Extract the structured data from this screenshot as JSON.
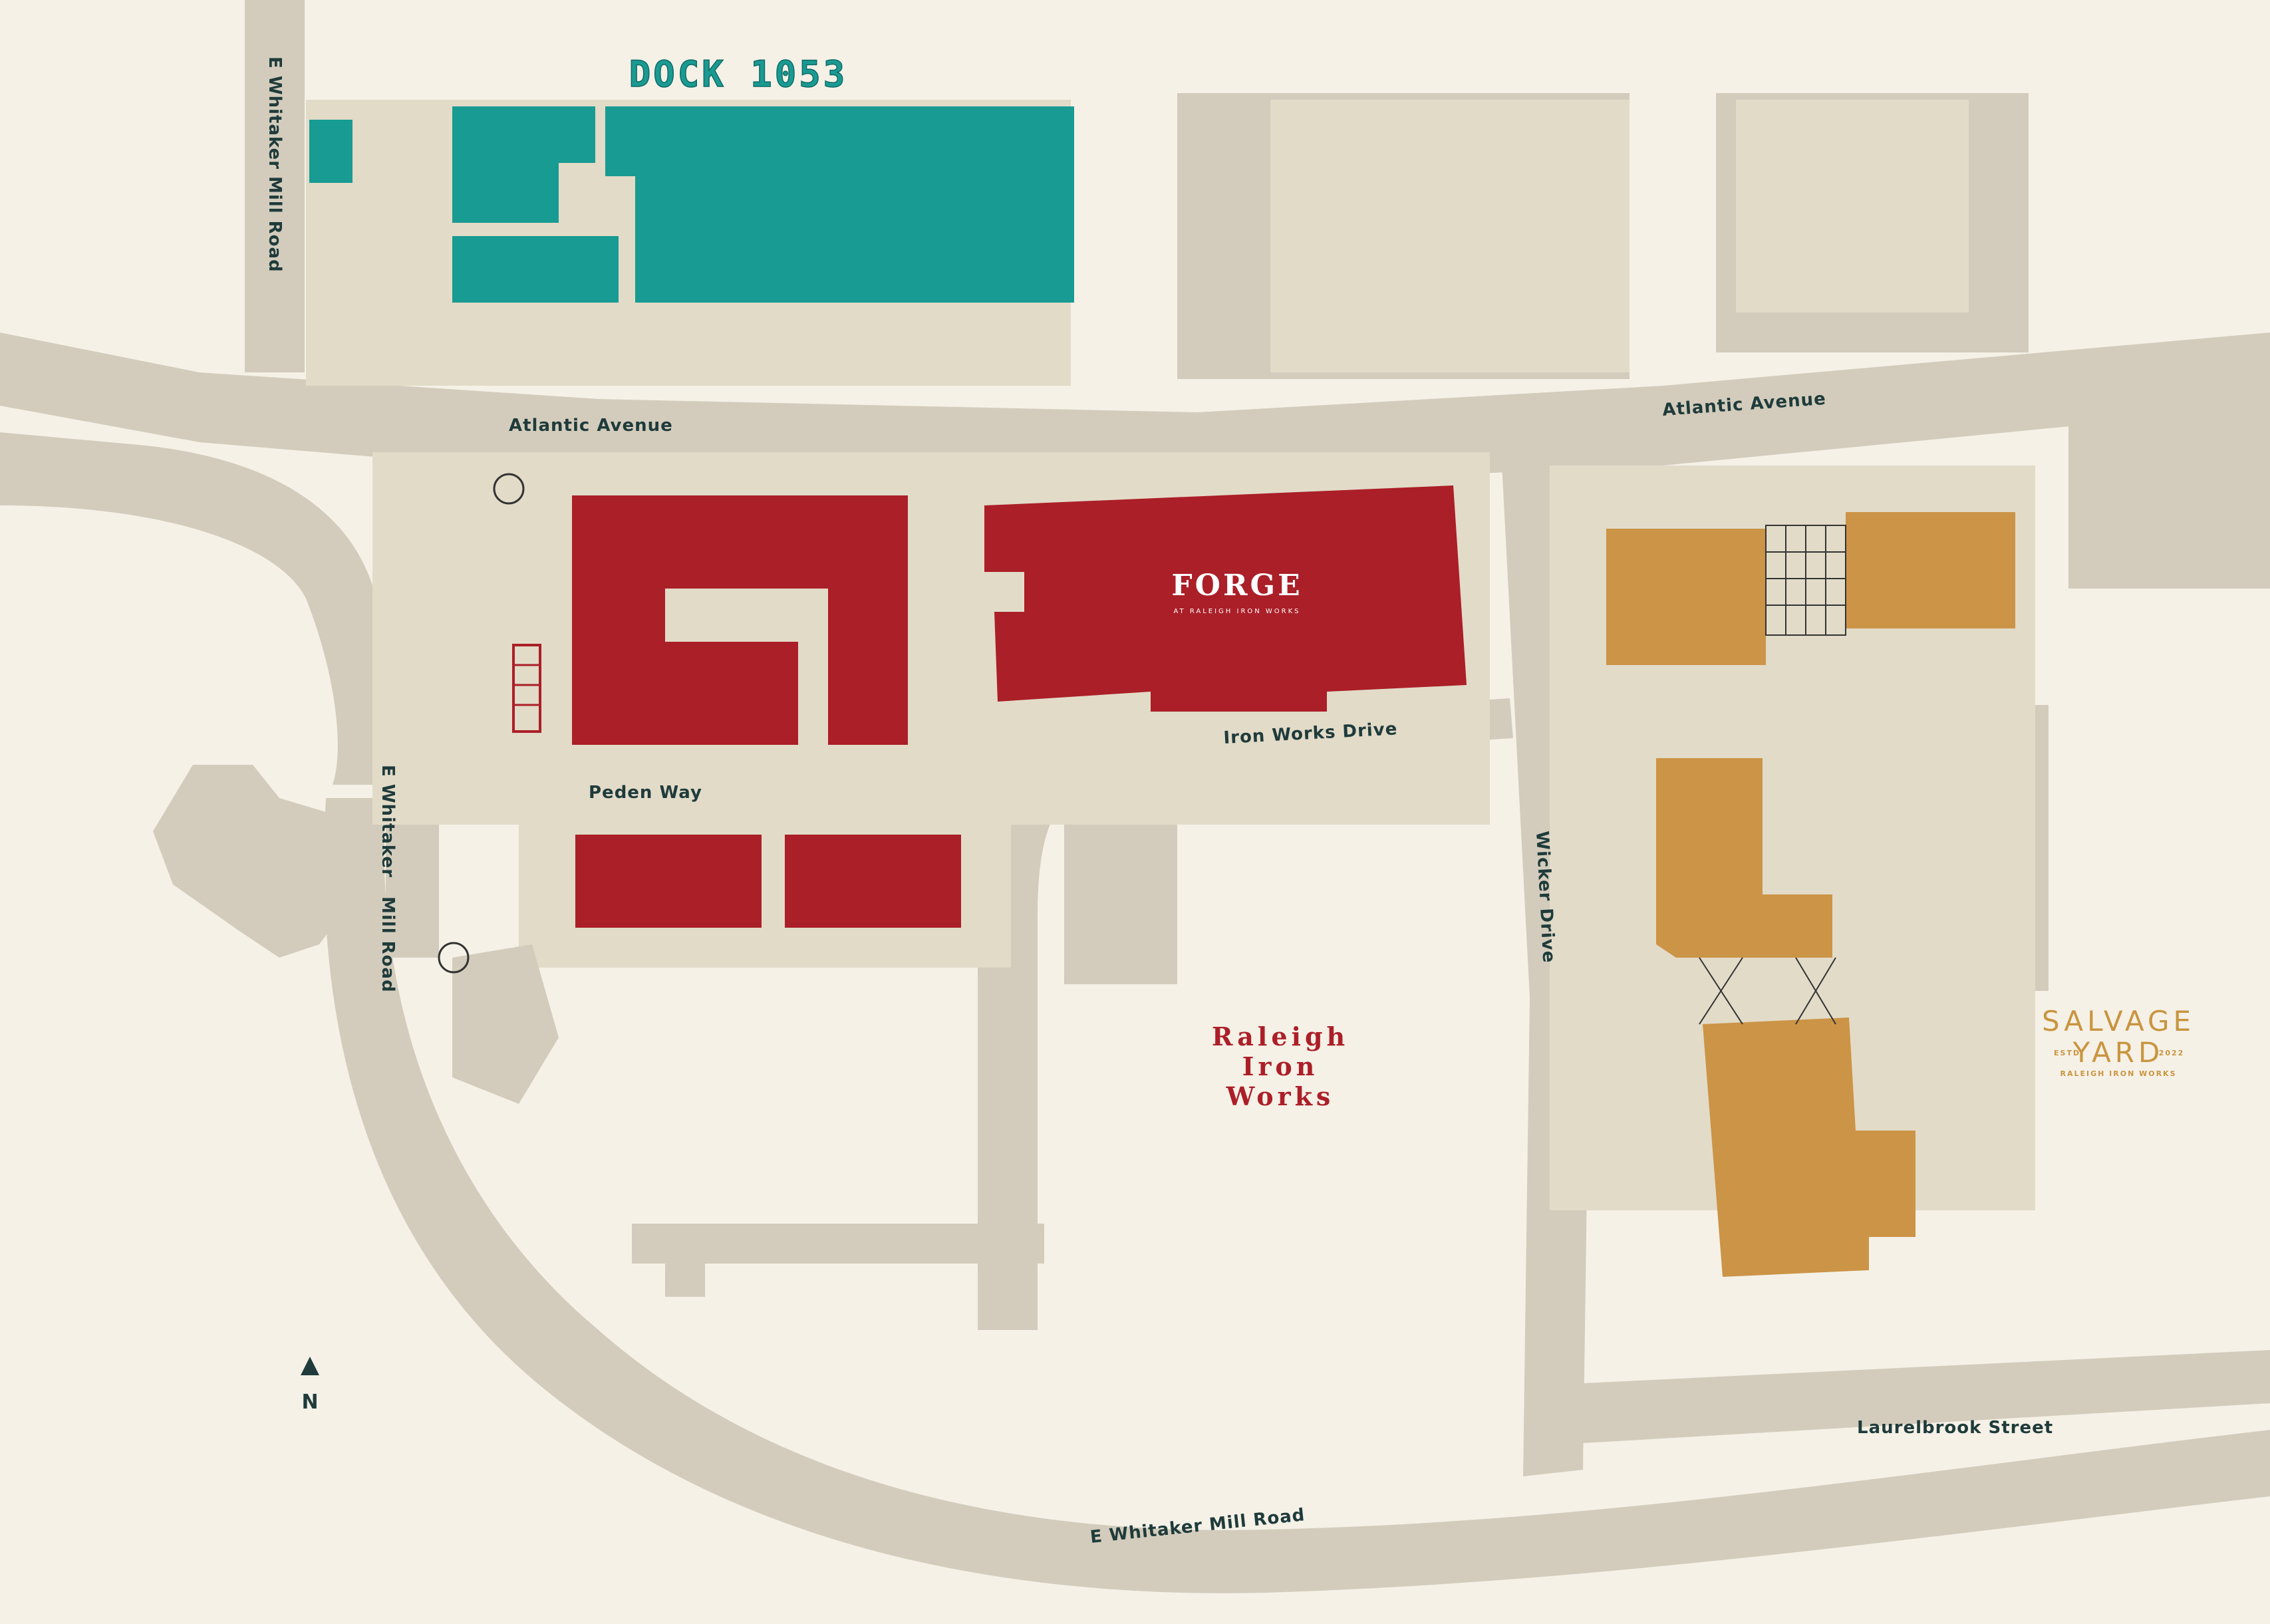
{
  "map": {
    "colors": {
      "background": "#f5f1e7",
      "road": "#d3ccbc",
      "lot": "#e2dbc8",
      "dock_building": "#189b92",
      "forge_building": "#ab1f28",
      "salvage_building": "#cc9446",
      "text": "#1f3b3b"
    },
    "streets": {
      "e_whitaker_north": "E Whitaker Mill Road",
      "atlantic_west": "Atlantic Avenue",
      "atlantic_east": "Atlantic Avenue",
      "peden_way": "Peden Way",
      "iron_works_drive": "Iron Works Drive",
      "e_whitaker_west": "E Whitaker",
      "mill_road_west": "Mill Road",
      "wicker_drive": "Wicker Drive",
      "laurelbrook": "Laurelbrook Street",
      "e_whitaker_south": "E Whitaker Mill Road"
    },
    "labels": {
      "dock": "DOCK 1053",
      "forge": "FORGE",
      "forge_sub": "AT RALEIGH IRON WORKS",
      "riw_line1": "Raleigh",
      "riw_line2": "Iron",
      "riw_line3": "Works",
      "salvage_line1": "SALVAGE",
      "salvage_line2": "YARD",
      "salvage_estd": "ESTD",
      "salvage_year": "2022",
      "salvage_sub": "RALEIGH IRON WORKS"
    },
    "compass": {
      "label": "N",
      "icon": "north-arrow-icon"
    }
  }
}
